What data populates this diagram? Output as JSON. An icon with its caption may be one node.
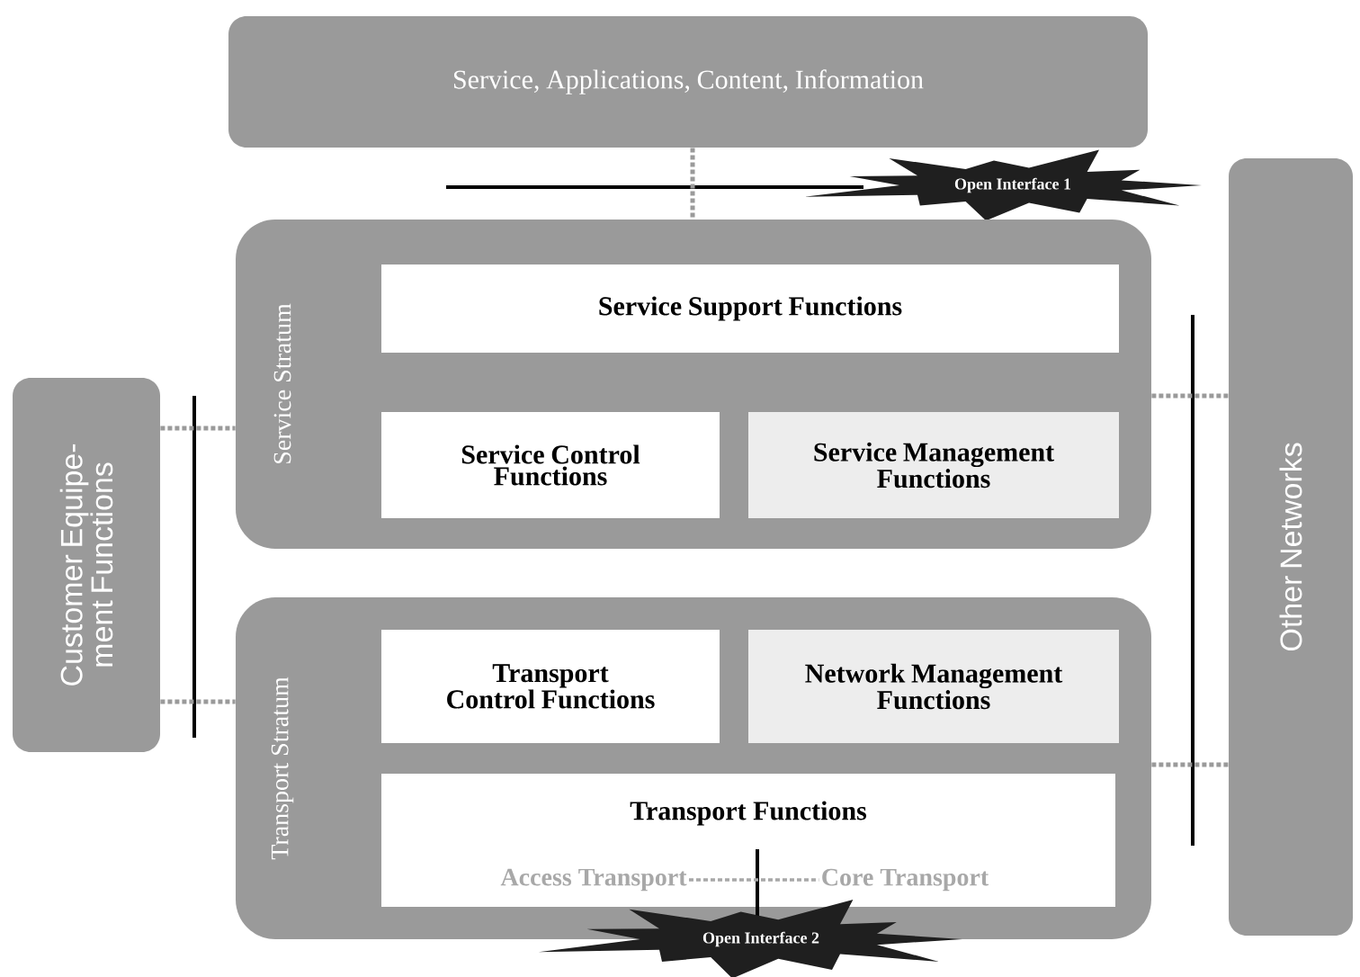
{
  "diagram": {
    "nodes": [
      {
        "text": [
          "Service, Applications, Content, Information"
        ]
      },
      {
        "text": [
          "Open Interface 1"
        ]
      },
      {
        "text": [
          "Customer Equipe- ment Functions"
        ]
      },
      {
        "text": [
          "Service Stratum"
        ]
      },
      {
        "text": [
          "Service Support Functions"
        ],
        "in": 3
      },
      {
        "text": [
          "Service Control Functions"
        ],
        "in": 3
      },
      {
        "text": [
          "Service Management Functions"
        ],
        "in": 3
      },
      {
        "text": [
          "Transport Stratum"
        ]
      },
      {
        "text": [
          "Transport Control Functions"
        ],
        "in": 7
      },
      {
        "text": [
          "Network Management Functions"
        ],
        "in": 7
      },
      {
        "text": [
          "Transport Functions"
        ],
        "in": 7
      },
      {
        "text": [
          "Access Transport"
        ],
        "in": 10
      },
      {
        "text": [
          "Core Transport"
        ],
        "in": 10
      },
      {
        "text": [
          "Open Interface 2"
        ]
      },
      {
        "text": [
          "Other Networks"
        ]
      }
    ],
    "edges": [
      {
        "from": 0,
        "to": 3,
        "arrow": "none",
        "style": "dashed"
      },
      {
        "from": 2,
        "to": 3,
        "arrow": "none",
        "style": "dashed"
      },
      {
        "from": 2,
        "to": 7,
        "arrow": "none",
        "style": "dashed"
      },
      {
        "from": 3,
        "to": 14,
        "arrow": "none",
        "style": "dashed"
      },
      {
        "from": 7,
        "to": 14,
        "arrow": "none",
        "style": "dashed"
      },
      {
        "from": 11,
        "to": 12,
        "arrow": "none",
        "style": "dashed"
      }
    ]
  }
}
